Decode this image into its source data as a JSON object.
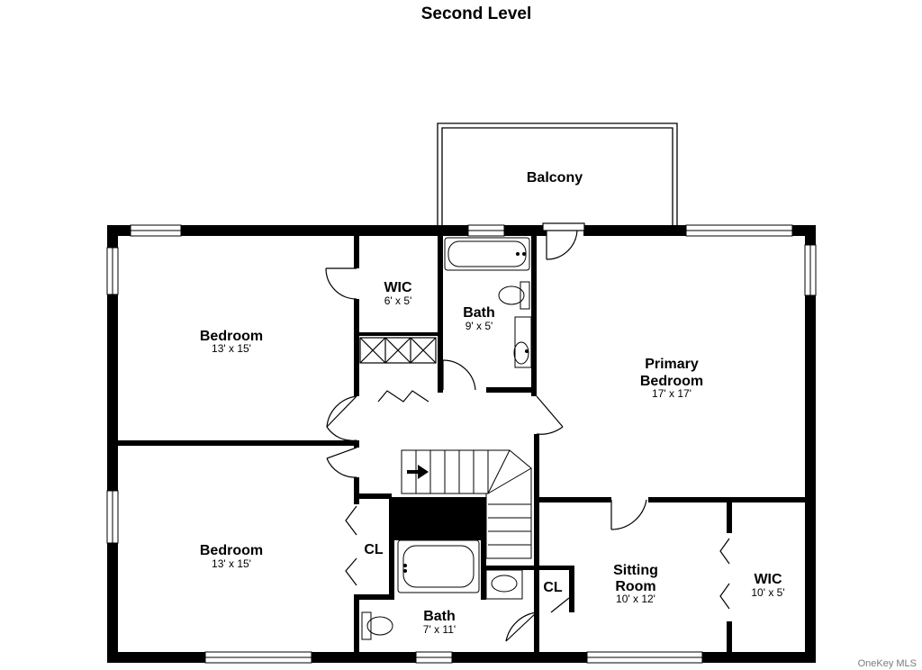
{
  "title": "Second Level",
  "rooms": {
    "balcony": {
      "name": "Balcony"
    },
    "bedroom_top": {
      "name": "Bedroom",
      "dims": "13' x 15'"
    },
    "wic_top": {
      "name": "WIC",
      "dims": "6' x 5'"
    },
    "bath_top": {
      "name": "Bath",
      "dims": "9' x 5'"
    },
    "primary": {
      "name_line1": "Primary",
      "name_line2": "Bedroom",
      "dims": "17' x 17'"
    },
    "bedroom_bottom": {
      "name": "Bedroom",
      "dims": "13' x 15'"
    },
    "cl_left": {
      "name": "CL"
    },
    "bath_bottom": {
      "name": "Bath",
      "dims": "7' x 11'"
    },
    "cl_small": {
      "name": "CL"
    },
    "sitting": {
      "name_line1": "Sitting",
      "name_line2": "Room",
      "dims": "10' x 12'"
    },
    "wic_right": {
      "name": "WIC",
      "dims": "10' x 5'"
    }
  },
  "watermark": "OneKey MLS"
}
